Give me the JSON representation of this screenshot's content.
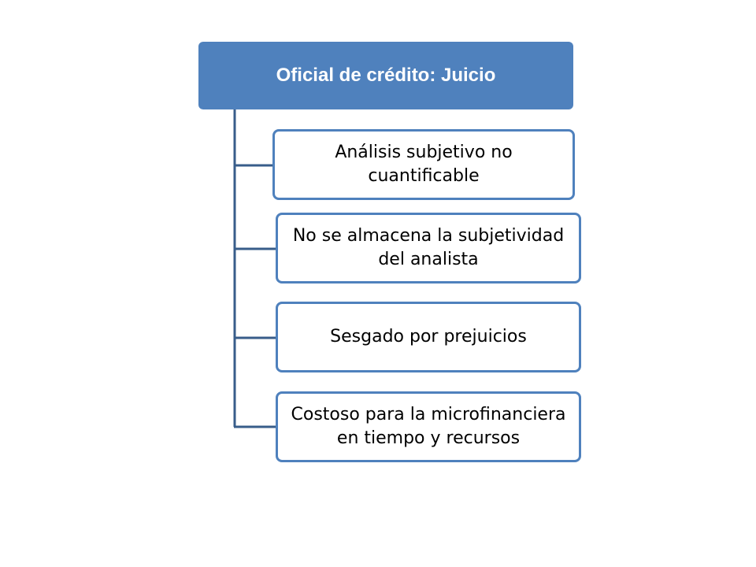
{
  "colors": {
    "header_fill": "#4f81bd",
    "border": "#4f81bd",
    "connector": "#385d8a",
    "text": "#000000",
    "header_text": "#ffffff"
  },
  "header": {
    "label": "Oficial de crédito: Juicio"
  },
  "items": [
    {
      "label": "Análisis subjetivo no cuantificable"
    },
    {
      "label": "No se almacena la subjetividad del analista"
    },
    {
      "label": "Sesgado por prejuicios"
    },
    {
      "label": "Costoso para la microfinanciera en tiempo y recursos"
    }
  ]
}
